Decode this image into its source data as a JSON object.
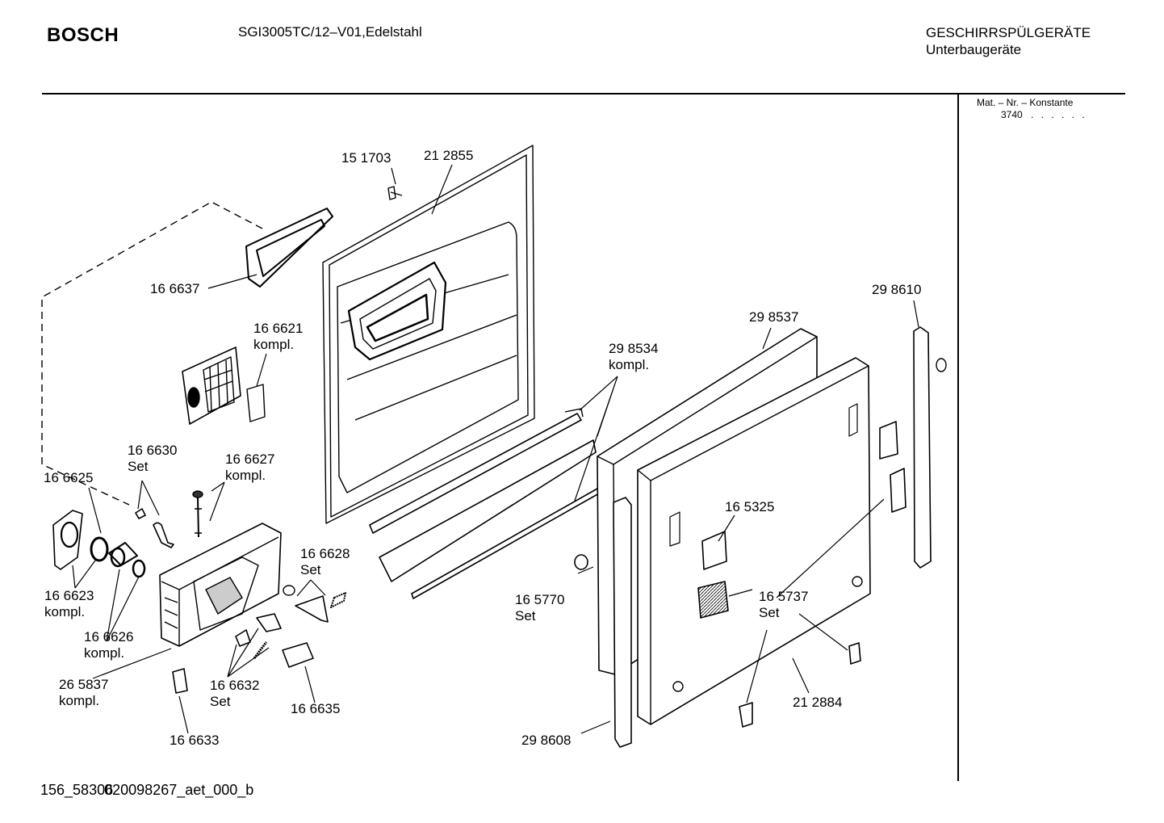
{
  "header": {
    "brand": "BOSCH",
    "model": "SGI3005TC/12–V01,Edelstahl",
    "category": "GESCHIRRSPÜLGERÄTE",
    "subcategory": "Unterbaugeräte"
  },
  "sidebar": {
    "mat_label": "Mat. – Nr. – Konstante",
    "mat_value": "3740",
    "mat_dots": ". . . . . ."
  },
  "parts": [
    {
      "id": "p151703",
      "line1": "15 1703",
      "line2": ""
    },
    {
      "id": "p212855",
      "line1": "21 2855",
      "line2": ""
    },
    {
      "id": "p166637",
      "line1": "16 6637",
      "line2": ""
    },
    {
      "id": "p166621",
      "line1": "16 6621",
      "line2": "kompl."
    },
    {
      "id": "p298610",
      "line1": "29 8610",
      "line2": ""
    },
    {
      "id": "p298537",
      "line1": "29 8537",
      "line2": ""
    },
    {
      "id": "p298534",
      "line1": "29 8534",
      "line2": "kompl."
    },
    {
      "id": "p166630",
      "line1": "16 6630",
      "line2": "Set"
    },
    {
      "id": "p166627",
      "line1": "16 6627",
      "line2": "kompl."
    },
    {
      "id": "p166625",
      "line1": "16 6625",
      "line2": ""
    },
    {
      "id": "p165325",
      "line1": "16 5325",
      "line2": ""
    },
    {
      "id": "p166628",
      "line1": "16 6628",
      "line2": "Set"
    },
    {
      "id": "p166623",
      "line1": "16 6623",
      "line2": "kompl."
    },
    {
      "id": "p165770",
      "line1": "16 5770",
      "line2": "Set"
    },
    {
      "id": "p165737",
      "line1": "16 5737",
      "line2": "Set"
    },
    {
      "id": "p166626",
      "line1": "16 6626",
      "line2": "kompl."
    },
    {
      "id": "p265837",
      "line1": "26 5837",
      "line2": "kompl."
    },
    {
      "id": "p166632",
      "line1": "16 6632",
      "line2": "Set"
    },
    {
      "id": "p166635",
      "line1": "16 6635",
      "line2": ""
    },
    {
      "id": "p212884",
      "line1": "21 2884",
      "line2": ""
    },
    {
      "id": "p166633",
      "line1": "16 6633",
      "line2": ""
    },
    {
      "id": "p298608",
      "line1": "29 8608",
      "line2": ""
    }
  ],
  "footer": {
    "code_a": "156_58306",
    "code_b": "02",
    "code_c": "0098267_aet_000_b"
  }
}
